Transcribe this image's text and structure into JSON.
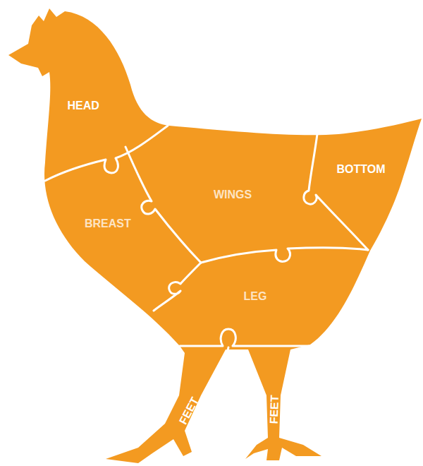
{
  "diagram": {
    "labels": [
      "HEAD",
      "BOTTOM",
      "WINGS",
      "BREAST",
      "LEG",
      "FEET",
      "FEET"
    ]
  }
}
